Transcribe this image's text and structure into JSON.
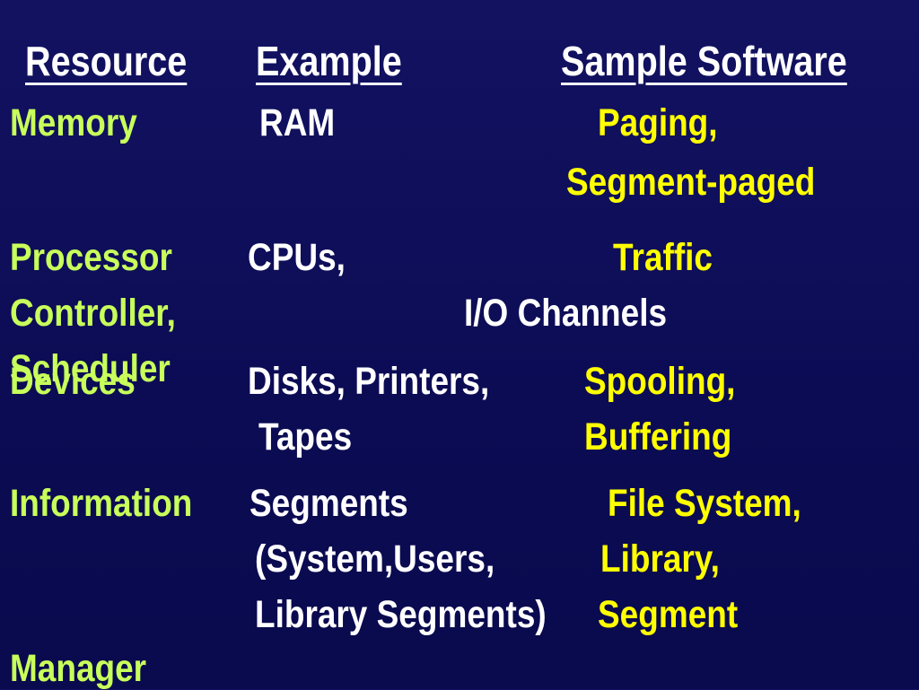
{
  "headers": {
    "resource": "Resource",
    "example": "Example",
    "sample_software": "Sample  Software"
  },
  "rows": [
    {
      "resource": "Memory",
      "example": "RAM",
      "software_1": "Paging,",
      "software_2": "Segment-paged"
    },
    {
      "resource_1": "Processor",
      "example": "CPUs,",
      "software_1": "Traffic",
      "resource_2": "Controller,",
      "example_2": "I/O Channels",
      "resource_3": "Scheduler"
    },
    {
      "resource": "Devices",
      "example_1": "Disks, Printers,",
      "example_2": "Tapes",
      "software_1": "Spooling,",
      "software_2": "Buffering"
    },
    {
      "resource": "Information",
      "example_1": "Segments",
      "example_2": "(System,Users,",
      "example_3": "Library Segments)",
      "software_1": "File  System,",
      "software_2": "Library,",
      "software_3": "Segment",
      "resource_2": "Manager"
    }
  ],
  "colors": {
    "background": "#0e0e5a",
    "header": "#ffffff",
    "resource": "#c8ff5a",
    "example": "#ffffff",
    "software": "#ffff00"
  }
}
